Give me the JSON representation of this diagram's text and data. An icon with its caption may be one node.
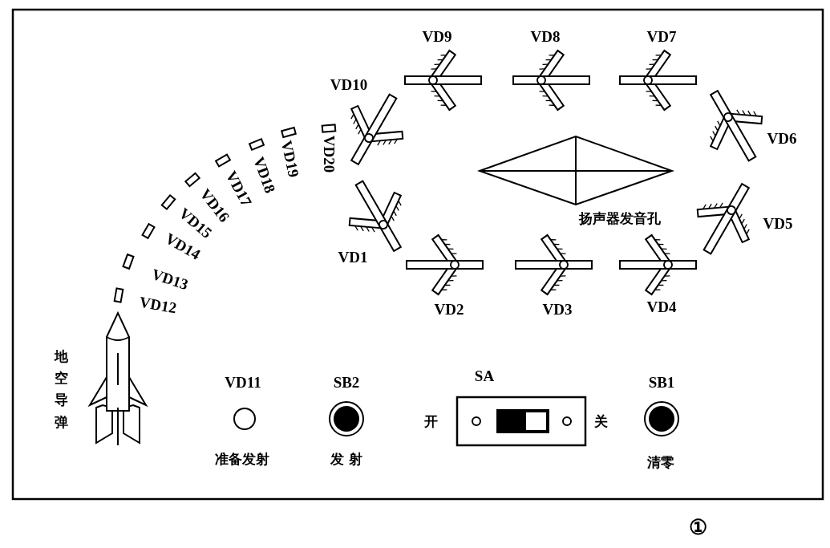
{
  "diagram": {
    "labels": [
      "VD9",
      "VD8",
      "VD7",
      "VD10",
      "VD12",
      "VD13",
      "VD14",
      "VD15",
      "VD16",
      "VD17",
      "VD18",
      "VD19",
      "VD20",
      "VD6",
      "扬声器发音孔",
      "VD1",
      "VD5",
      "VD2",
      "VD3",
      "VD4",
      "地空导弹",
      "VD11",
      "SB2",
      "SA",
      "SB1",
      "开",
      "关",
      "准备发射",
      "发 射",
      "清零",
      "①"
    ]
  }
}
